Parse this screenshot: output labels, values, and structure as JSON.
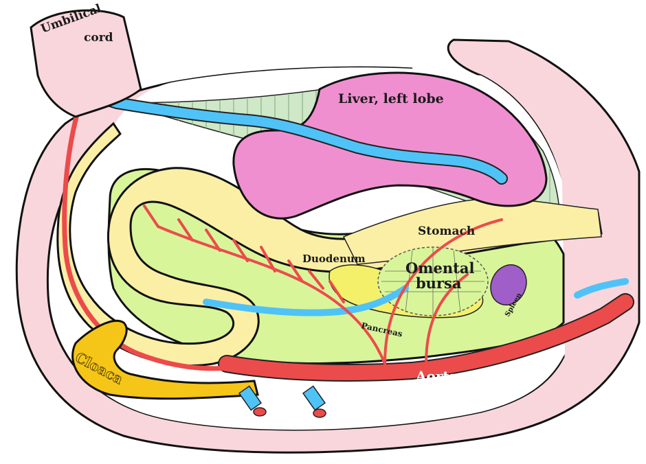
{
  "labels": {
    "umbilical_cord_line1": "Umbilical",
    "umbilical_cord_line2": "cord",
    "liver": "Liver, left lobe",
    "stomach": "Stomach",
    "duodenum": "Duodenum",
    "omental_line1": "Omental",
    "omental_line2": "bursa",
    "pancreas": "Pancreas",
    "spleen": "Spleen",
    "aorta": "Aorta",
    "cloaca": "Cloaca"
  },
  "colors": {
    "body_wall": "#f9d6dc",
    "liver": "#f08fd0",
    "mesentery": "#d8f59a",
    "gut_tube": "#fbefa6",
    "vein": "#4fc3f7",
    "artery": "#ec4b4b",
    "pancreas": "#f4f06a",
    "spleen": "#a05ec8",
    "cloaca": "#f5c518",
    "septum": "#cfe8c8"
  }
}
